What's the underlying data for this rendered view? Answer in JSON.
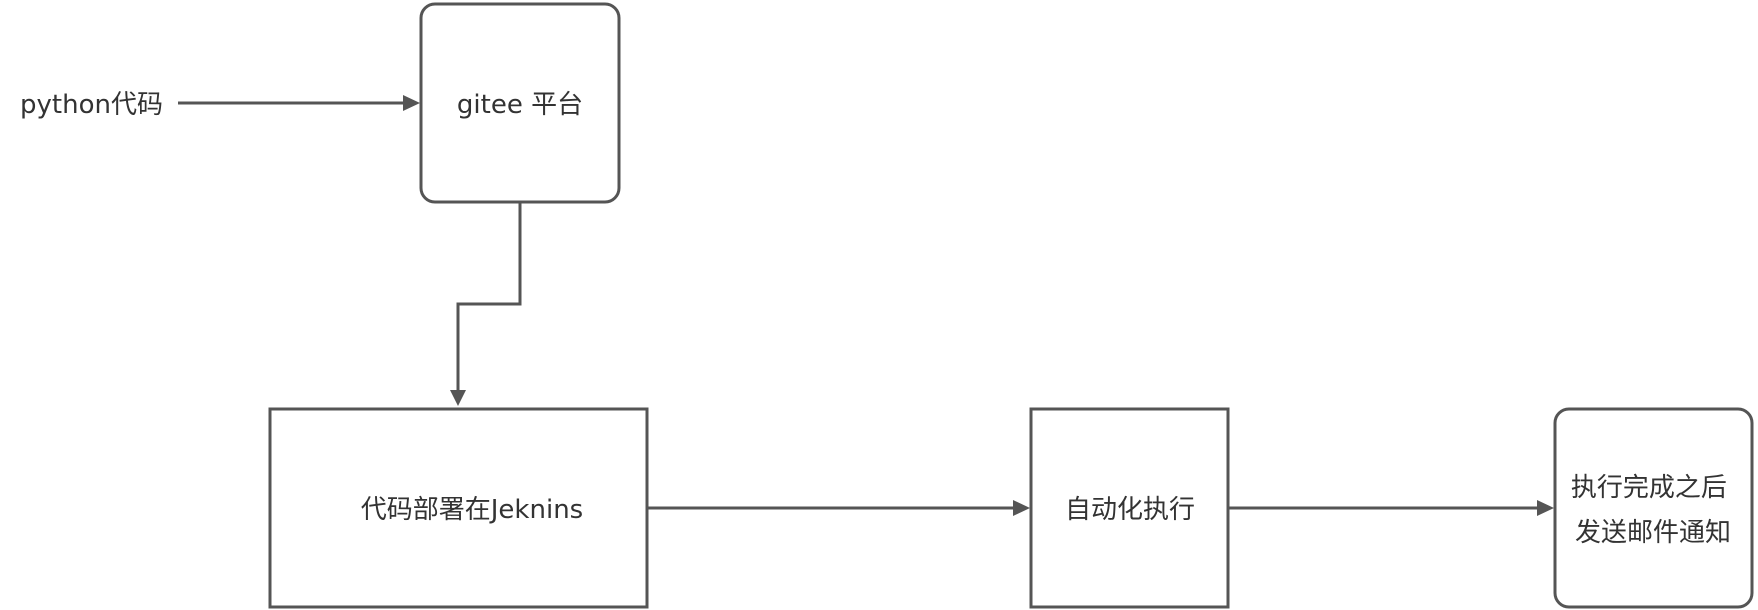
{
  "diagram": {
    "nodes": {
      "source": {
        "label": "python代码"
      },
      "gitee": {
        "label": "gitee 平台"
      },
      "jenkins": {
        "label": "代码部署在Jeknins"
      },
      "auto_exec": {
        "label": "自动化执行"
      },
      "notify": {
        "lines": [
          "执行完成之后",
          "发送邮件通知"
        ]
      }
    },
    "edges": [
      {
        "from": "source",
        "to": "gitee"
      },
      {
        "from": "gitee",
        "to": "jenkins"
      },
      {
        "from": "jenkins",
        "to": "auto_exec"
      },
      {
        "from": "auto_exec",
        "to": "notify"
      }
    ],
    "colors": {
      "stroke": "#555555",
      "text": "#333333",
      "background": "#ffffff"
    }
  }
}
